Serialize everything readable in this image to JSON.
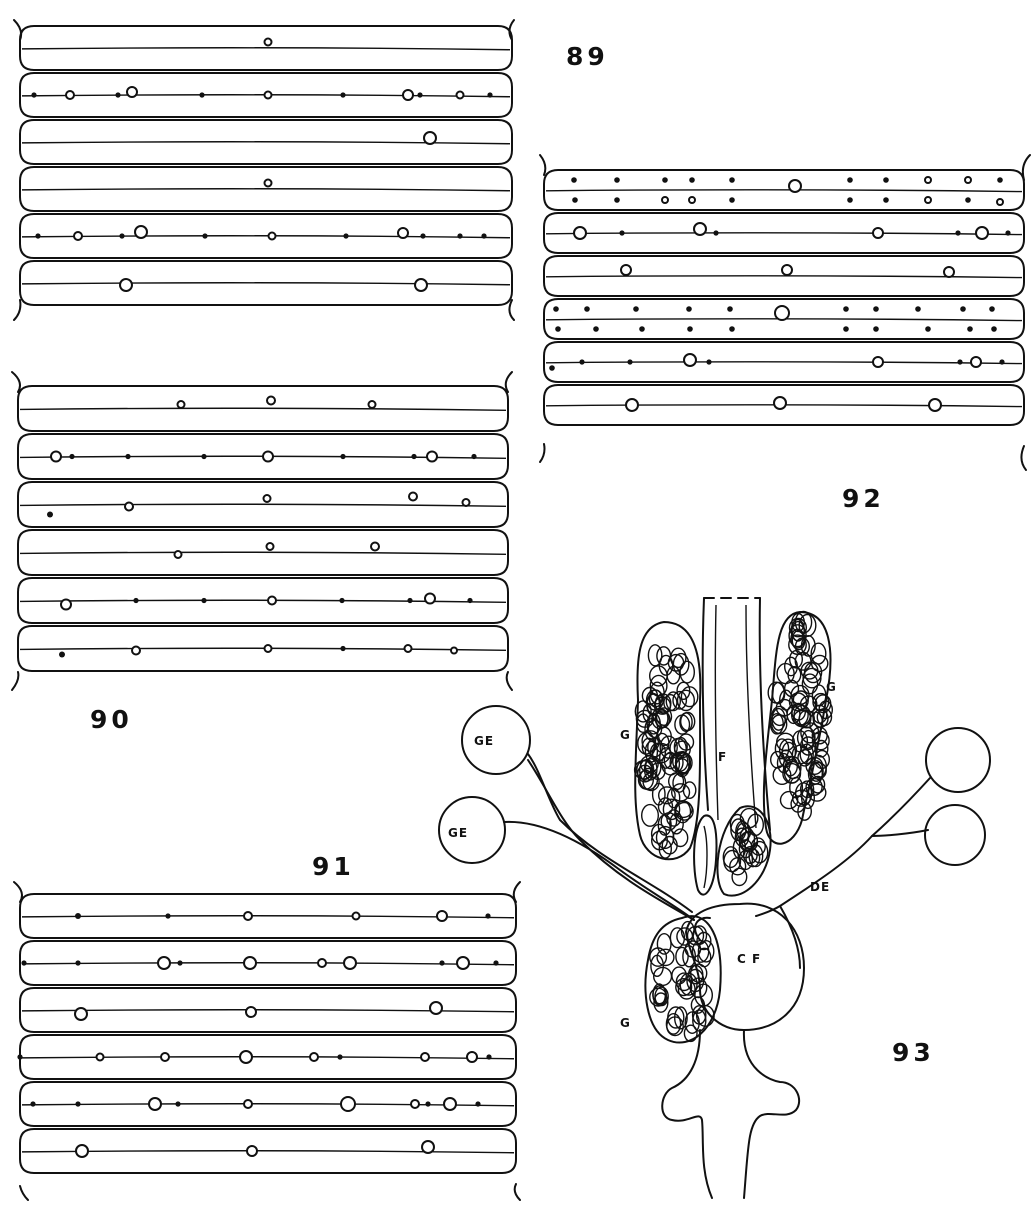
{
  "plate": {
    "figures": [
      {
        "id": "89",
        "label": "89",
        "segments": 6
      },
      {
        "id": "90",
        "label": "90",
        "segments": 6
      },
      {
        "id": "91",
        "label": "91",
        "segments": 6
      },
      {
        "id": "92",
        "label": "92",
        "segments": 6
      },
      {
        "id": "93",
        "label": "93"
      }
    ],
    "fig93_labels": {
      "g_upper_left": "G",
      "g_upper_right": "G",
      "g_lower": "G",
      "f": "F",
      "cf": "C F",
      "de": "DE",
      "ge_upper": "GE",
      "ge_lower": "GE"
    },
    "colors": {
      "ink": "#111111",
      "paper": "#ffffff"
    }
  }
}
